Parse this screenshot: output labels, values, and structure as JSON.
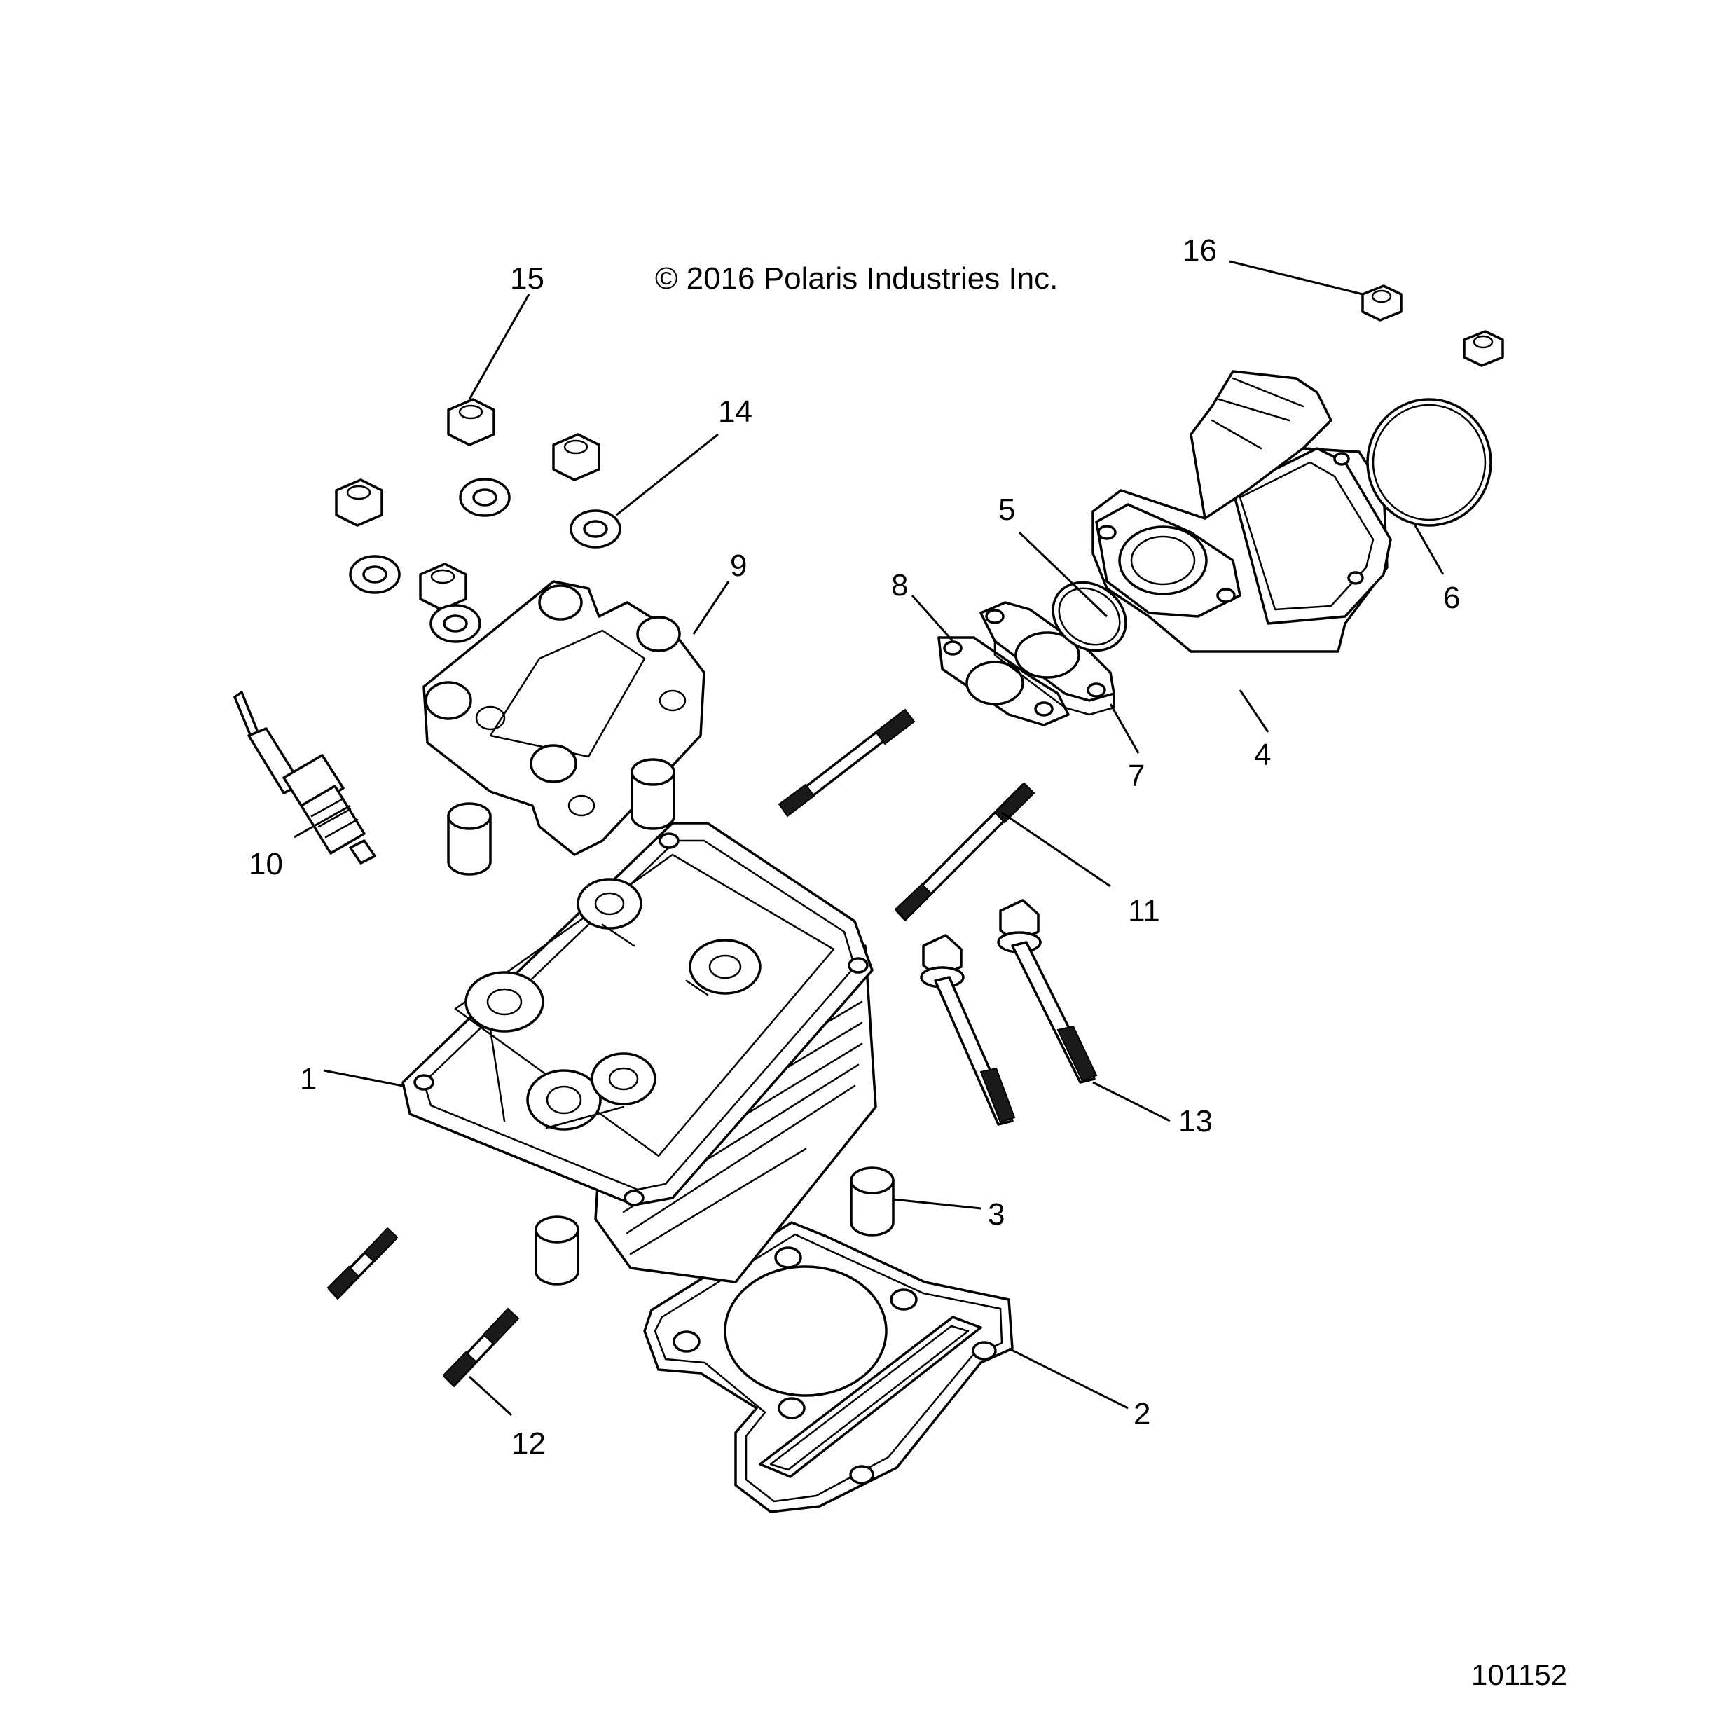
{
  "copyright": "© 2016 Polaris Industries Inc.",
  "figure_id": "101152",
  "callouts": [
    "1",
    "2",
    "3",
    "4",
    "5",
    "6",
    "7",
    "8",
    "9",
    "10",
    "11",
    "12",
    "13",
    "14",
    "15",
    "16"
  ]
}
